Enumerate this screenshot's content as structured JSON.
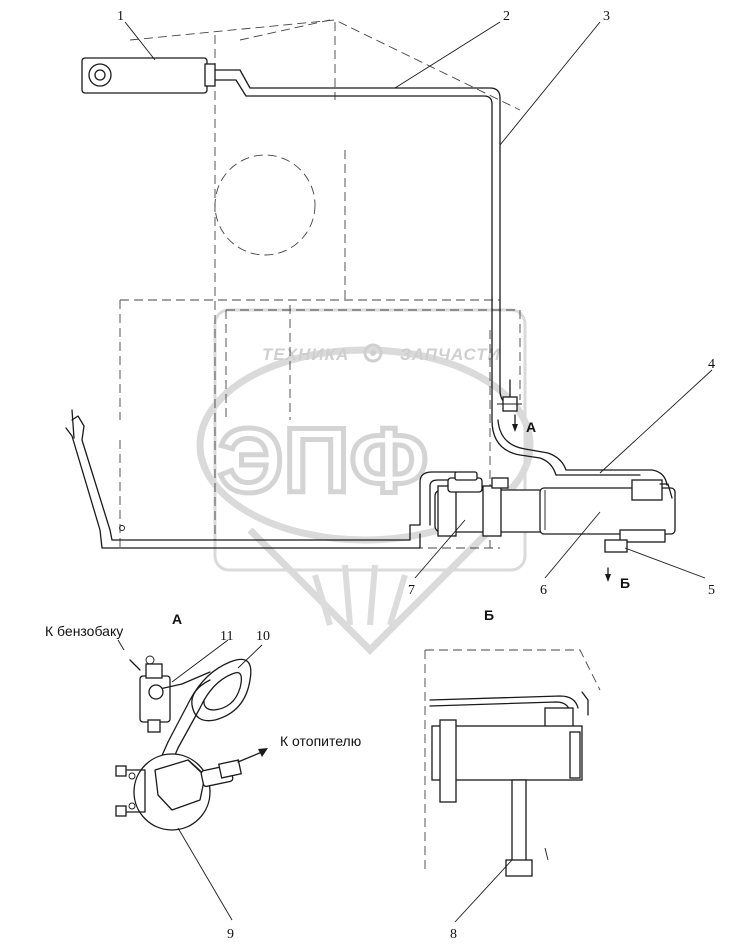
{
  "watermark": {
    "brand_left": "ТЕХНИКА",
    "brand_right": "ЗАПЧАСТИ",
    "logo": "ЭПФ"
  },
  "callouts": [
    "1",
    "2",
    "3",
    "4",
    "5",
    "6",
    "7",
    "8",
    "9",
    "10",
    "11"
  ],
  "views": {
    "a_marker": "А",
    "b_marker": "Б",
    "a_title": "А",
    "b_title": "Б"
  },
  "notes": {
    "to_fuel_tank": "К бензобаку",
    "to_heater": "К отопителю"
  }
}
